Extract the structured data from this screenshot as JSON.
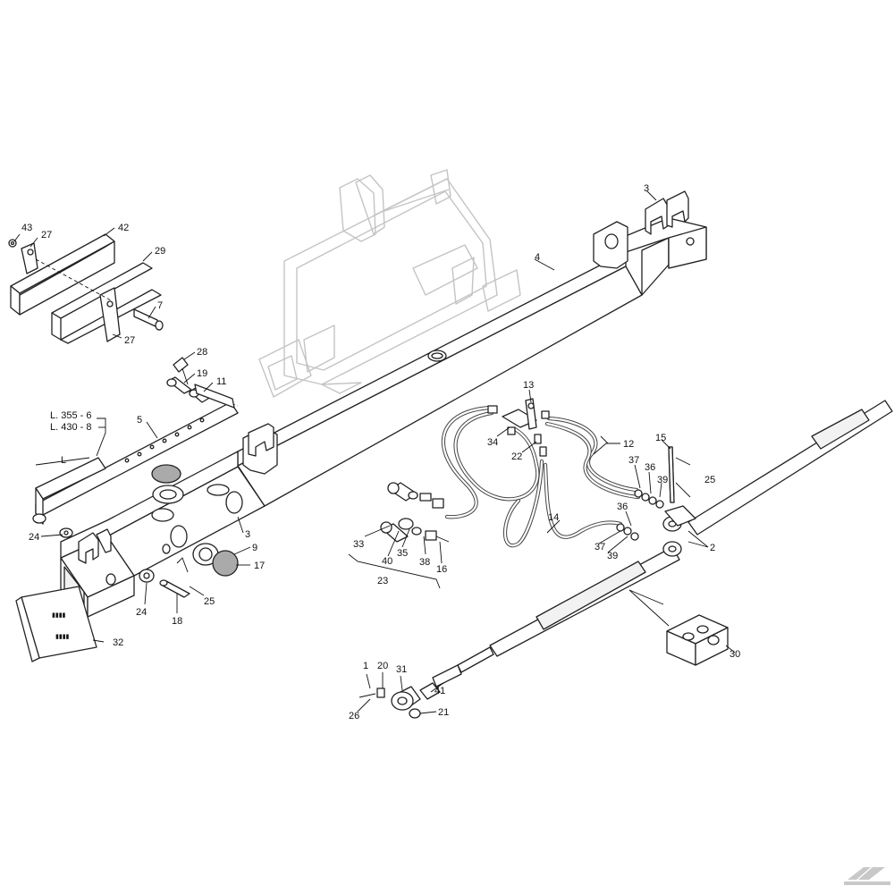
{
  "diagram": {
    "callouts": [
      {
        "id": "c43",
        "text": "43"
      },
      {
        "id": "c27a",
        "text": "27"
      },
      {
        "id": "c42",
        "text": "42"
      },
      {
        "id": "c29",
        "text": "29"
      },
      {
        "id": "c7",
        "text": "7"
      },
      {
        "id": "c27b",
        "text": "27"
      },
      {
        "id": "c28",
        "text": "28"
      },
      {
        "id": "c19",
        "text": "19"
      },
      {
        "id": "c11",
        "text": "11"
      },
      {
        "id": "cL1",
        "text": "L. 355 - 6"
      },
      {
        "id": "cL2",
        "text": "L. 430 - 8"
      },
      {
        "id": "c5",
        "text": "5"
      },
      {
        "id": "cL",
        "text": "L"
      },
      {
        "id": "c24a",
        "text": "24"
      },
      {
        "id": "c3a",
        "text": "3"
      },
      {
        "id": "c4",
        "text": "4"
      },
      {
        "id": "c3b",
        "text": "3"
      },
      {
        "id": "c9",
        "text": "9"
      },
      {
        "id": "c17",
        "text": "17"
      },
      {
        "id": "c24b",
        "text": "24"
      },
      {
        "id": "c25a",
        "text": "25"
      },
      {
        "id": "c18",
        "text": "18"
      },
      {
        "id": "c32",
        "text": "32"
      },
      {
        "id": "c13",
        "text": "13"
      },
      {
        "id": "c34",
        "text": "34"
      },
      {
        "id": "c22",
        "text": "22"
      },
      {
        "id": "c12",
        "text": "12"
      },
      {
        "id": "c15",
        "text": "15"
      },
      {
        "id": "c37a",
        "text": "37"
      },
      {
        "id": "c36a",
        "text": "36"
      },
      {
        "id": "c39a",
        "text": "39"
      },
      {
        "id": "c25b",
        "text": "25"
      },
      {
        "id": "c36b",
        "text": "36"
      },
      {
        "id": "c14",
        "text": "14"
      },
      {
        "id": "c37b",
        "text": "37"
      },
      {
        "id": "c39b",
        "text": "39"
      },
      {
        "id": "c2",
        "text": "2"
      },
      {
        "id": "c33",
        "text": "33"
      },
      {
        "id": "c40",
        "text": "40"
      },
      {
        "id": "c35",
        "text": "35"
      },
      {
        "id": "c38",
        "text": "38"
      },
      {
        "id": "c16",
        "text": "16"
      },
      {
        "id": "c23",
        "text": "23"
      },
      {
        "id": "c30",
        "text": "30"
      },
      {
        "id": "c1",
        "text": "1"
      },
      {
        "id": "c20",
        "text": "20"
      },
      {
        "id": "c31",
        "text": "31"
      },
      {
        "id": "c41",
        "text": "41"
      },
      {
        "id": "c26",
        "text": "26"
      },
      {
        "id": "c21",
        "text": "21"
      }
    ]
  }
}
